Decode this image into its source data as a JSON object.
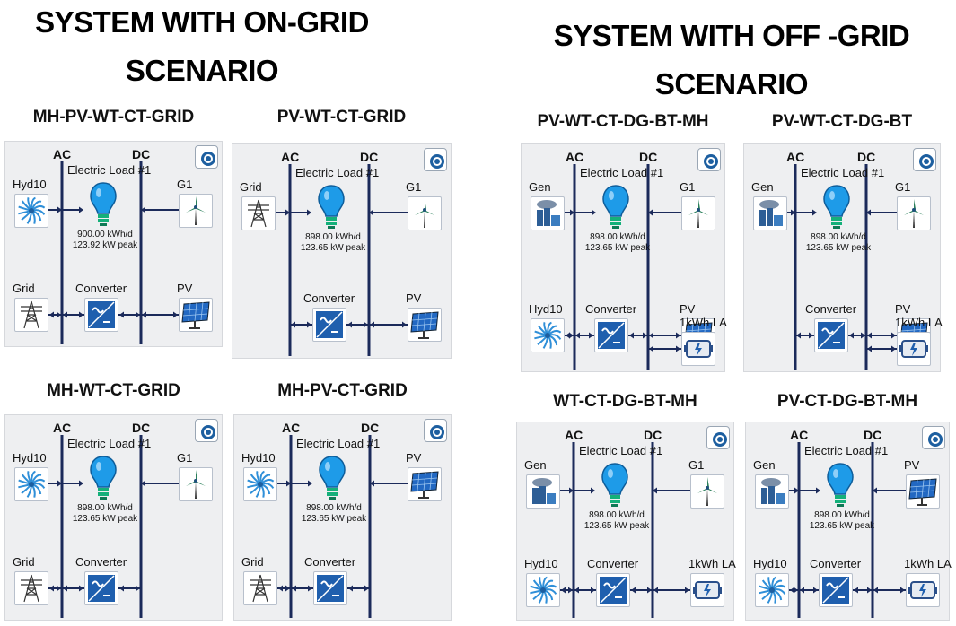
{
  "headings": {
    "on_grid_line1": "SYSTEM WITH ON-GRID",
    "on_grid_line2": "SCENARIO",
    "off_grid_line1": "SYSTEM WITH OFF -GRID",
    "off_grid_line2": "SCENARIO"
  },
  "common": {
    "ac": "AC",
    "dc": "DC",
    "load": "Electric Load #1",
    "converter": "Converter"
  },
  "panels": [
    {
      "title": "MH-PV-WT-CT-GRID",
      "kwh": "900.00 kWh/d",
      "peak": "123.92 kW peak",
      "ac_top": "Hyd10",
      "ac_bottom": "Grid",
      "dc_top": "G1",
      "dc_mid": "PV",
      "dc_bottom": ""
    },
    {
      "title": "PV-WT-CT-GRID",
      "kwh": "898.00 kWh/d",
      "peak": "123.65 kW peak",
      "ac_top": "Grid",
      "ac_bottom": "",
      "dc_top": "G1",
      "dc_mid": "PV",
      "dc_bottom": ""
    },
    {
      "title": "MH-WT-CT-GRID",
      "kwh": "898.00 kWh/d",
      "peak": "123.65 kW peak",
      "ac_top": "Hyd10",
      "ac_bottom": "Grid",
      "dc_top": "G1",
      "dc_mid": "",
      "dc_bottom": ""
    },
    {
      "title": "MH-PV-CT-GRID",
      "kwh": "898.00 kWh/d",
      "peak": "123.65 kW peak",
      "ac_top": "Hyd10",
      "ac_bottom": "Grid",
      "dc_top": "PV",
      "dc_mid": "",
      "dc_bottom": ""
    },
    {
      "title": "PV-WT-CT-DG-BT-MH",
      "kwh": "898.00 kWh/d",
      "peak": "123.65 kW peak",
      "ac_top": "Gen",
      "ac_bottom": "Hyd10",
      "dc_top": "G1",
      "dc_mid": "PV",
      "dc_bottom": "1kWh LA"
    },
    {
      "title": "PV-WT-CT-DG-BT",
      "kwh": "898.00 kWh/d",
      "peak": "123.65 kW peak",
      "ac_top": "Gen",
      "ac_bottom": "",
      "dc_top": "G1",
      "dc_mid": "PV",
      "dc_bottom": "1kWh LA"
    },
    {
      "title": "WT-CT-DG-BT-MH",
      "kwh": "898.00 kWh/d",
      "peak": "123.65 kW peak",
      "ac_top": "Gen",
      "ac_bottom": "Hyd10",
      "dc_top": "G1",
      "dc_mid": "1kWh LA",
      "dc_bottom": ""
    },
    {
      "title": "PV-CT-DG-BT-MH",
      "kwh": "898.00 kWh/d",
      "peak": "123.65 kW peak",
      "ac_top": "Gen",
      "ac_bottom": "Hyd10",
      "dc_top": "PV",
      "dc_mid": "1kWh LA",
      "dc_bottom": ""
    }
  ],
  "colors": {
    "bus": "#1b2a5a",
    "bulb": "#1e9be8",
    "converter": "#1f5fae",
    "panel_bg": "#eeeff1"
  }
}
